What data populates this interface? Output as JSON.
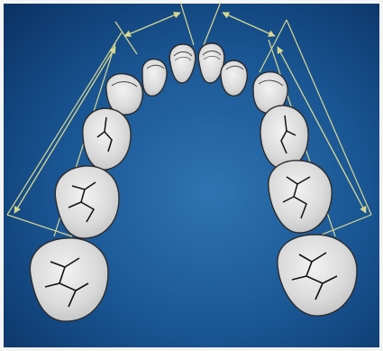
{
  "image": {
    "subject": "maxillary-dental-arch",
    "tooth_count": 12,
    "measurement_line_count": 6
  },
  "colors": {
    "page_border": "#f4f4f4",
    "background_dark": "#0c3a6e",
    "background_light": "#2a6aa6",
    "tooth_fill": "#d2d2d2",
    "tooth_highlight": "#ececec",
    "tooth_outline": "#2b2b2b",
    "fissure": "#111111",
    "measure_line": "#d8d890"
  },
  "icons": {
    "arrowhead": "arrowhead-icon"
  }
}
